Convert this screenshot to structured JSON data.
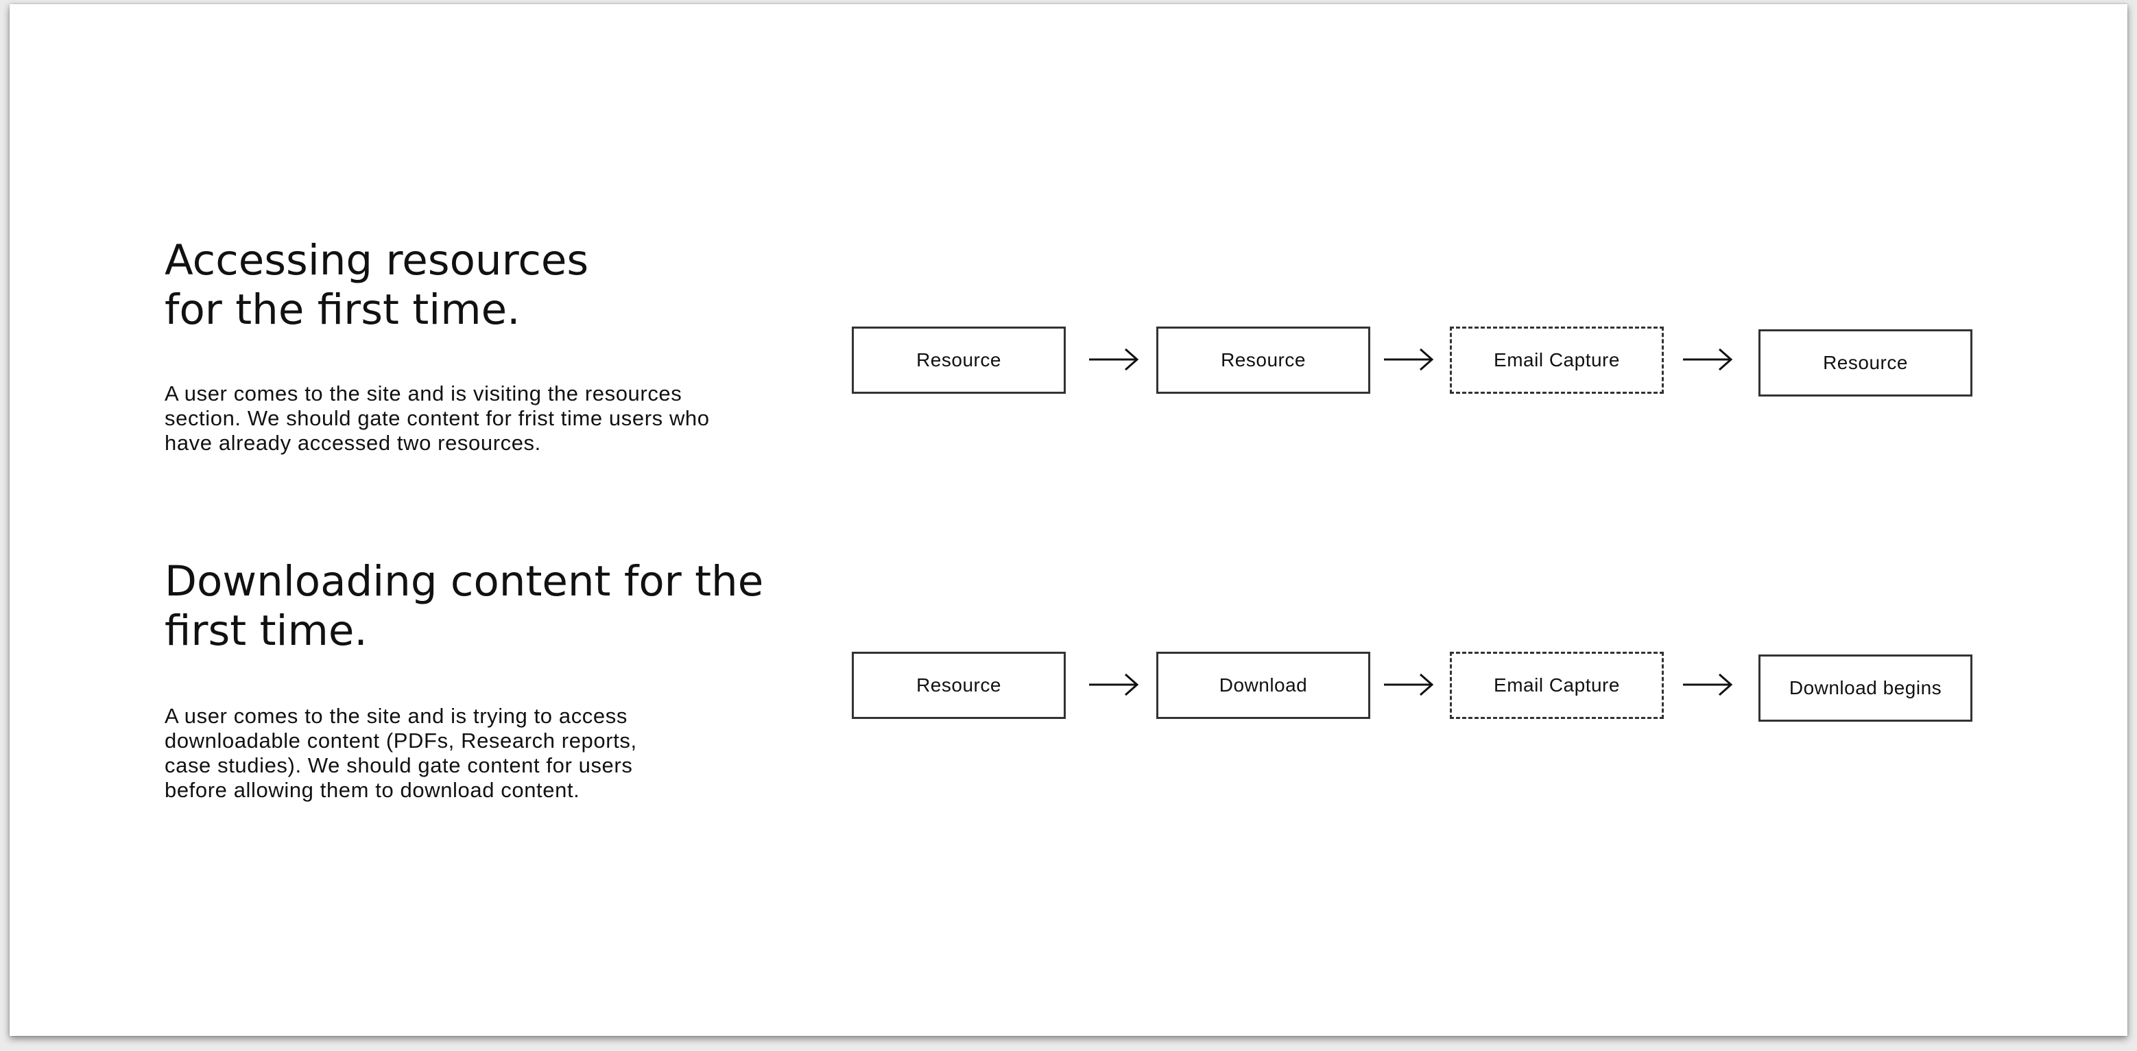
{
  "sections": [
    {
      "heading": "Accessing resources\nfor the first time.",
      "description": "A user comes to the site and is visiting the resources\nsection. We should gate content for frist time users who\nhave already accessed two resources.",
      "flow": [
        {
          "label": "Resource",
          "style": "solid"
        },
        {
          "label": "Resource",
          "style": "solid"
        },
        {
          "label": "Email Capture",
          "style": "dashed"
        },
        {
          "label": "Resource",
          "style": "solid"
        }
      ]
    },
    {
      "heading": "Downloading content for the\nfirst time.",
      "description": "A user comes to the site and is trying to access\ndownloadable content (PDFs, Research reports,\ncase studies). We should gate content for users\nbefore allowing them to download content.",
      "flow": [
        {
          "label": "Resource",
          "style": "solid"
        },
        {
          "label": "Download",
          "style": "solid"
        },
        {
          "label": "Email Capture",
          "style": "dashed"
        },
        {
          "label": "Download begins",
          "style": "solid"
        }
      ]
    }
  ],
  "colors": {
    "stroke": "#333333",
    "text": "#111111",
    "background": "#ffffff"
  }
}
